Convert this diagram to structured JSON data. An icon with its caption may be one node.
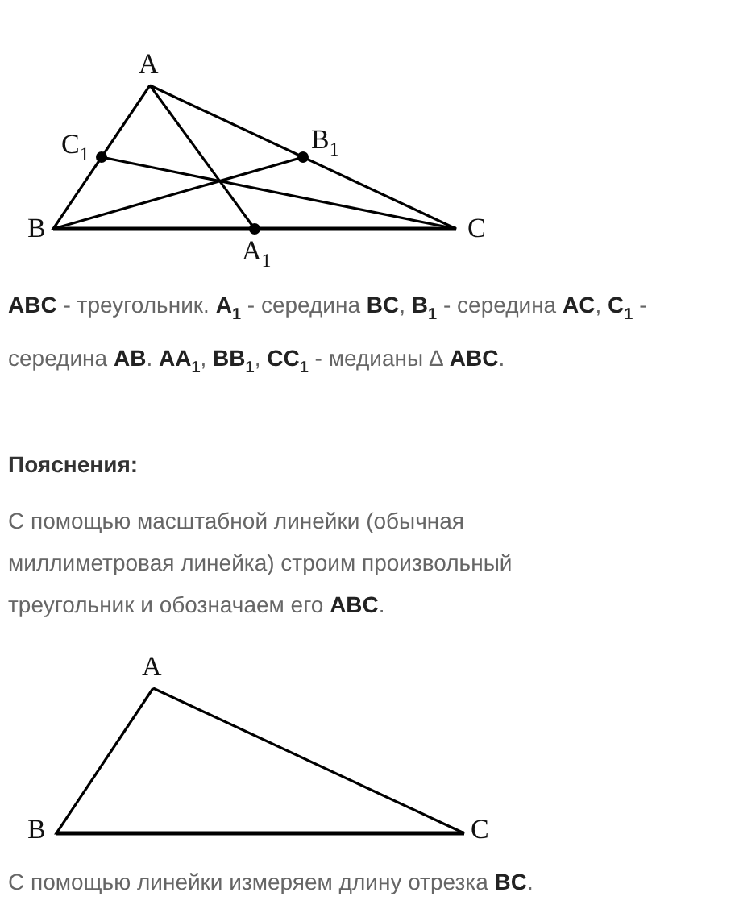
{
  "diagram": {
    "labels": [
      "A",
      "C$_{1}$",
      "B$_{1}$",
      "B",
      "C",
      "A$_{1}$",
      "**ABC** - треугольник. **A$_{1}$** - середина **BC**, **B$_{1}$** - середина **AC**, **C$_{1}$** - середина **AB**. **AA$_{1}$**, **BB$_{1}$**, **CC$_{1}$** - медианы ∆ **ABC**.",
      "Пояснения:",
      "С помощью масштабной линейки (обычная миллиметровая линейка) строим произвольный треугольник и обозначаем его **ABC**.",
      "A",
      "B",
      "C",
      "С помощью линейки измеряем длину отрезка **BC**."
    ]
  }
}
